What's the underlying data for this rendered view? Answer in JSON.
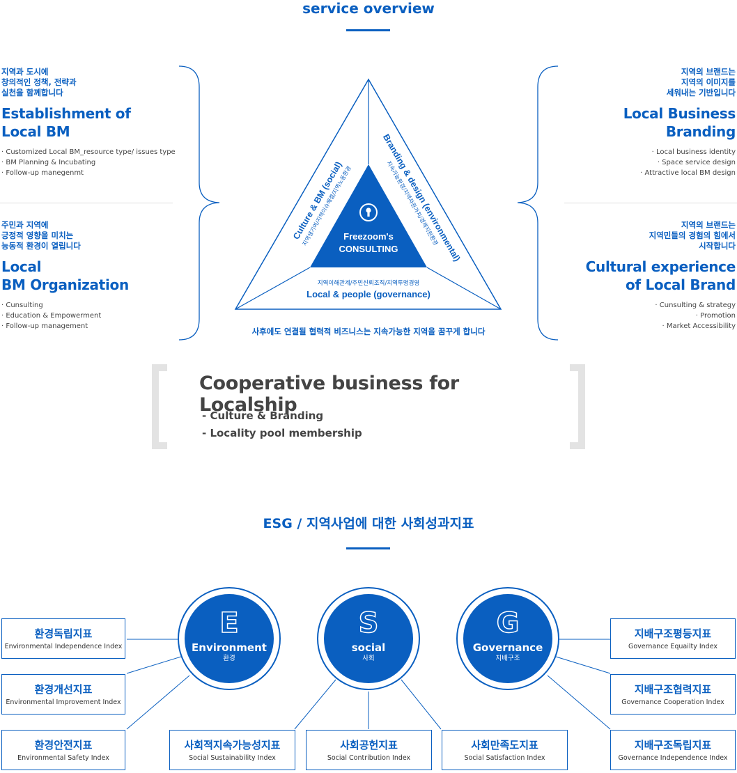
{
  "service_overview": {
    "title": "service overview",
    "left_top": {
      "ko_lines": [
        "지역과 도시에",
        "창의적인 정책, 전략과",
        "실천을 함께합니다"
      ],
      "en_lines": [
        "Establishment of",
        "Local BM"
      ],
      "items": [
        "· Customized Local BM_resource type/ issues type",
        "· BM Planning & Incubating",
        "· Follow-up manegenmt"
      ]
    },
    "left_bottom": {
      "ko_lines": [
        "주민과 지역에",
        "긍정적 영향을 미치는",
        "능동적 환경이 열립니다"
      ],
      "en_lines": [
        "Local",
        "BM Organization"
      ],
      "items": [
        "· Cunsulting",
        "· Education & Empowerment",
        "· Follow-up management"
      ]
    },
    "right_top": {
      "ko_lines": [
        "지역의 브랜드는",
        "지역의 이미지를",
        "세워내는 기반입니다"
      ],
      "en_lines": [
        "Local Business",
        "Branding"
      ],
      "items": [
        "· Local business identity",
        "· Space service design",
        "· Attractive local BM design"
      ]
    },
    "right_bottom": {
      "ko_lines": [
        "지역의 브랜드는",
        "지역민들의 경험의 힘에서",
        "시작합니다"
      ],
      "en_lines": [
        "Cultural experience",
        "of Local Brand"
      ],
      "items": [
        "· Cunsulting & strategy",
        "· Promotion",
        "· Market  Accessibility"
      ]
    },
    "triangle": {
      "center_lines": [
        "Freezoom's",
        "CONSULTING"
      ],
      "left_side_en": "Culture & BM (social)",
      "left_side_ko": "지역생기여/지역이슈해결/지역노동환경",
      "right_side_en": "Branding & design (environmental)",
      "right_side_ko": "지속가능환경/지역자원가치/경제지원환경",
      "bottom_ko": "지역이해관계/주민신뢰조직/지역투명경영",
      "bottom_en": "Local & people (governance)"
    },
    "slogan": "사후에도 연결될 협력적 비즈니스는 지속가능한 지역을 꿈꾸게 합니다"
  },
  "cooperative": {
    "title": "Cooperative business for Localship",
    "items": [
      "-  Culture & Branding",
      "-  Locality pool membership"
    ]
  },
  "esg": {
    "title": "ESG / 지역사업에 대한 사회성과지표",
    "circles": [
      {
        "letter": "E",
        "en": "Environment",
        "ko": "환경"
      },
      {
        "letter": "S",
        "en": "social",
        "ko": "사회"
      },
      {
        "letter": "G",
        "en": "Governance",
        "ko": "지배구조"
      }
    ],
    "env_indices": [
      {
        "ko": "환경독립지표",
        "en": "Environmental Independence Index"
      },
      {
        "ko": "환경개선지표",
        "en": "Environmental Improvement Index"
      },
      {
        "ko": "환경안전지표",
        "en": "Environmental Safety Index"
      }
    ],
    "social_indices": [
      {
        "ko": "사회적지속가능성지표",
        "en": "Social Sustainability Index"
      },
      {
        "ko": "사회공헌지표",
        "en": "Social Contribution Index"
      },
      {
        "ko": "사회만족도지표",
        "en": "Social Satisfaction Index"
      }
    ],
    "gov_indices": [
      {
        "ko": "지배구조평등지표",
        "en": "Governance Equailty Index"
      },
      {
        "ko": "지배구조협력지표",
        "en": "Governance Cooperation Index"
      },
      {
        "ko": "지배구조독립지표",
        "en": "Governance Independence Index"
      }
    ]
  },
  "colors": {
    "accent": "#0a5fc0",
    "text": "#444444",
    "bracket": "#e3e3e3",
    "divider": "#dddddd"
  },
  "icons": [
    "keyhole-icon"
  ]
}
